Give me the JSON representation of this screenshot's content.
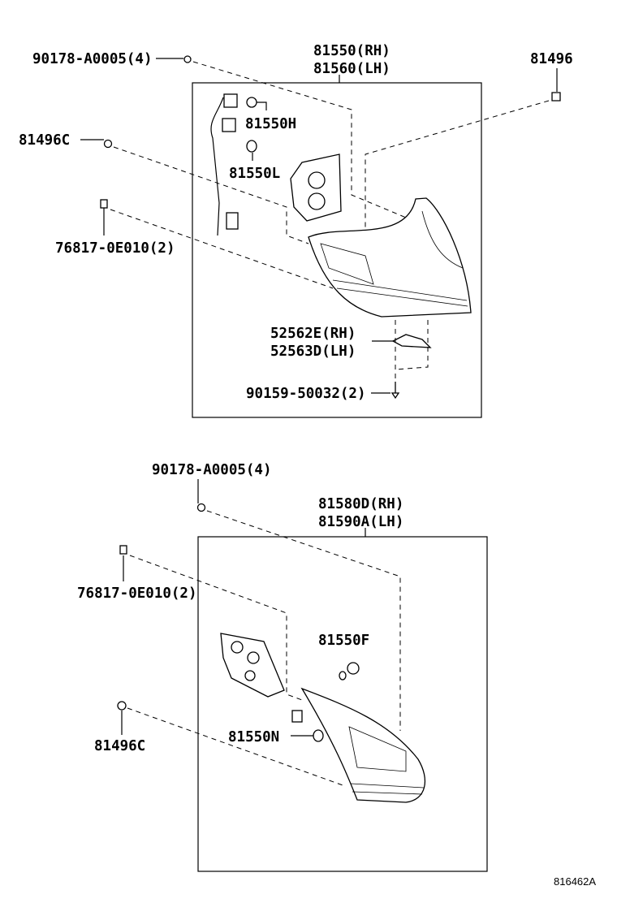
{
  "upper_assembly": {
    "title_rh": "81550(RH)",
    "title_lh": "81560(LH)",
    "parts": {
      "nut": "90178-A0005(4)",
      "clip_top": "81496",
      "socket_h": "81550H",
      "clip_c": "81496C",
      "socket_l": "81550L",
      "cushion": "76817-0E010(2)",
      "bracket_rh": "52562E(RH)",
      "bracket_lh": "52563D(LH)",
      "screw": "90159-50032(2)"
    }
  },
  "lower_assembly": {
    "title_rh": "81580D(RH)",
    "title_lh": "81590A(LH)",
    "parts": {
      "nut": "90178-A0005(4)",
      "cushion": "76817-0E010(2)",
      "socket_f": "81550F",
      "socket_n": "81550N",
      "clip_c": "81496C"
    }
  },
  "diagram_code": "816462A"
}
